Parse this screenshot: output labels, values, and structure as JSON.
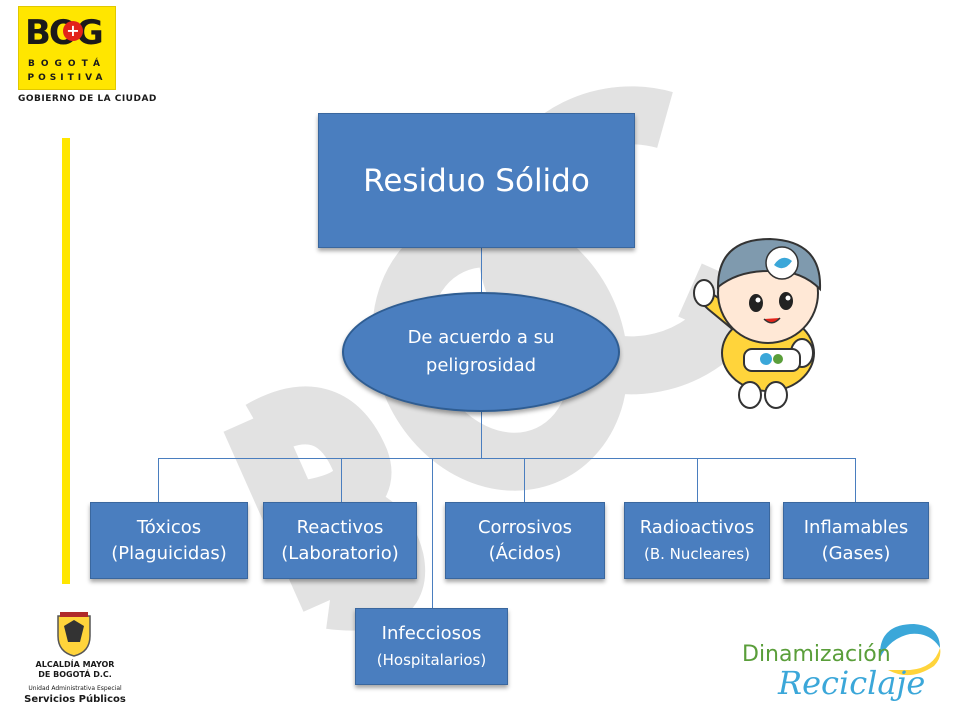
{
  "logo": {
    "bog": "BOG",
    "plus": "+",
    "line1": "BOGOTÁ",
    "line2": "POSITIVA",
    "gobierno": "GOBIERNO DE LA CIUDAD"
  },
  "diagram": {
    "root": "Residuo Sólido",
    "criterion": [
      "De acuerdo a su",
      "peligrosidad"
    ],
    "categories": [
      {
        "name": "Tóxicos",
        "detail": "(Plaguicidas)"
      },
      {
        "name": "Reactivos",
        "detail": "(Laboratorio)"
      },
      {
        "name": "Corrosivos",
        "detail": "(Ácidos)"
      },
      {
        "name": "Radioactivos",
        "detail": "(B. Nucleares)"
      },
      {
        "name": "Inflamables",
        "detail": "(Gases)"
      },
      {
        "name": "Infecciosos",
        "detail": "(Hospitalarios)"
      }
    ]
  },
  "alcaldia": {
    "line1": "ALCALDÍA MAYOR",
    "line2": "DE BOGOTÁ D.C.",
    "line3": "Unidad Administrativa Especial",
    "line4": "Servicios Públicos"
  },
  "program": {
    "line1": "Dinamización",
    "line2": "Reciclaje"
  },
  "colors": {
    "box": "#4a7ebf",
    "accent": "#ffe600",
    "watermark": "#dcdcdc",
    "program_green": "#5a9e3a",
    "program_blue": "#3ba7d9"
  }
}
